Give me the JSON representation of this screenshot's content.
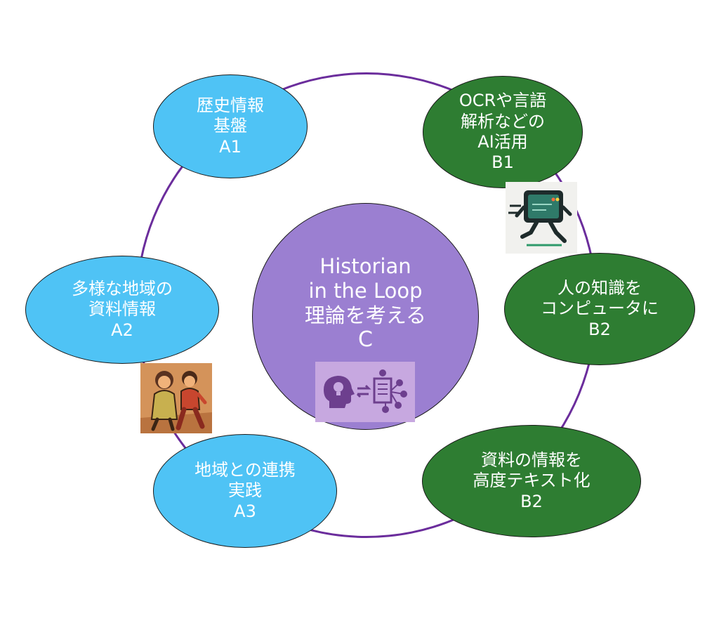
{
  "center": {
    "lines": [
      "Historian",
      "in the Loop",
      "理論を考える",
      "C"
    ]
  },
  "nodes": {
    "a1": {
      "lines": [
        "歴史情報",
        "基盤",
        "A1"
      ]
    },
    "a2": {
      "lines": [
        "多様な地域の",
        "資料情報",
        "A2"
      ]
    },
    "a3": {
      "lines": [
        "地域との連携",
        "実践",
        "A3"
      ]
    },
    "b1": {
      "lines": [
        "OCRや言語",
        "解析などの",
        "AI活用",
        "B1"
      ]
    },
    "b2_knowledge": {
      "lines": [
        "人の知識を",
        "コンピュータに",
        "B2"
      ]
    },
    "b2_text": {
      "lines": [
        "資料の情報を",
        "高度テキスト化",
        "B2"
      ]
    }
  },
  "icons": {
    "center": "head-lightbulb-document-network-icon",
    "b1": "running-computer-icon",
    "a2": "walking-people-icon"
  },
  "colors": {
    "ring": "#6b2d9c",
    "center": "#9b7fd1",
    "blue_node": "#4fc3f5",
    "green_node": "#2e7d32",
    "icon_box": "#c7a8e0"
  }
}
